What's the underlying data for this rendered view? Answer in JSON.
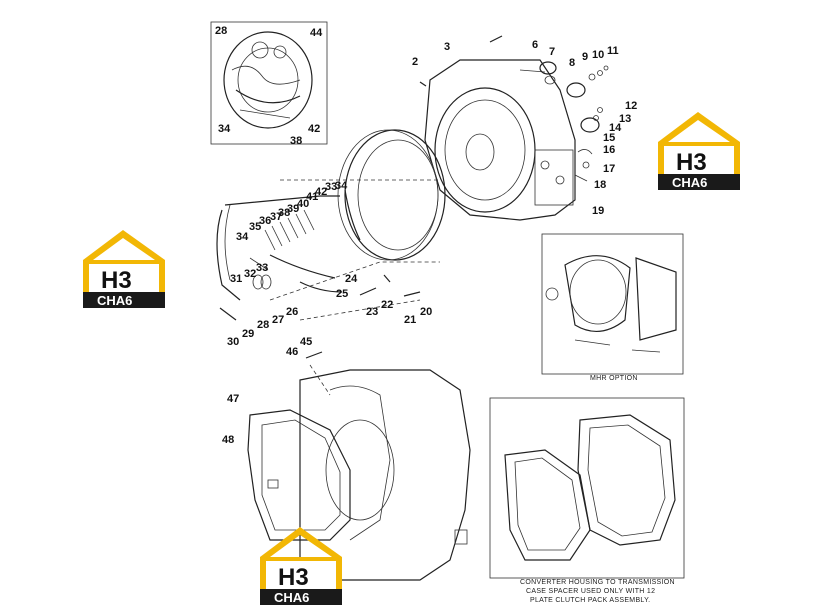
{
  "callouts": {
    "c2": "2",
    "c3": "3",
    "c6": "6",
    "c7": "7",
    "c8": "8",
    "c9": "9",
    "c10": "10",
    "c11": "11",
    "c12": "12",
    "c13": "13",
    "c14": "14",
    "c15": "15",
    "c16": "16",
    "c17": "17",
    "c18": "18",
    "c19": "19",
    "c20": "20",
    "c21": "21",
    "c22": "22",
    "c23": "23",
    "c24": "24",
    "c25": "25",
    "c26": "26",
    "c27": "27",
    "c28a": "28",
    "c29": "29",
    "c30": "30",
    "c31": "31",
    "c32": "32",
    "c33r": "33",
    "c34r": "34",
    "c35": "35",
    "c36": "36",
    "c37": "37",
    "c38r": "38",
    "c39": "39",
    "c40": "40",
    "c41": "41",
    "c42r": "42",
    "c33b": "33",
    "c34b": "34",
    "c45": "45",
    "c46": "46",
    "c47": "47",
    "c48": "48",
    "inset_c28": "28",
    "inset_c44": "44",
    "inset_c34": "34",
    "inset_c38": "38",
    "inset_c42": "42"
  },
  "captions": {
    "mhr_option": "MHR OPTION",
    "spacer_line1": "CONVERTER HOUSING TO TRANSMISSION",
    "spacer_line2": "CASE SPACER USED ONLY WITH 12",
    "spacer_line3": "PLATE CLUTCH PACK ASSEMBLY."
  },
  "watermark": {
    "mark": "H3",
    "word": "CHA6",
    "colors": {
      "roof": "#f2b705",
      "dark": "#1a1a1a",
      "white": "#ffffff"
    }
  }
}
